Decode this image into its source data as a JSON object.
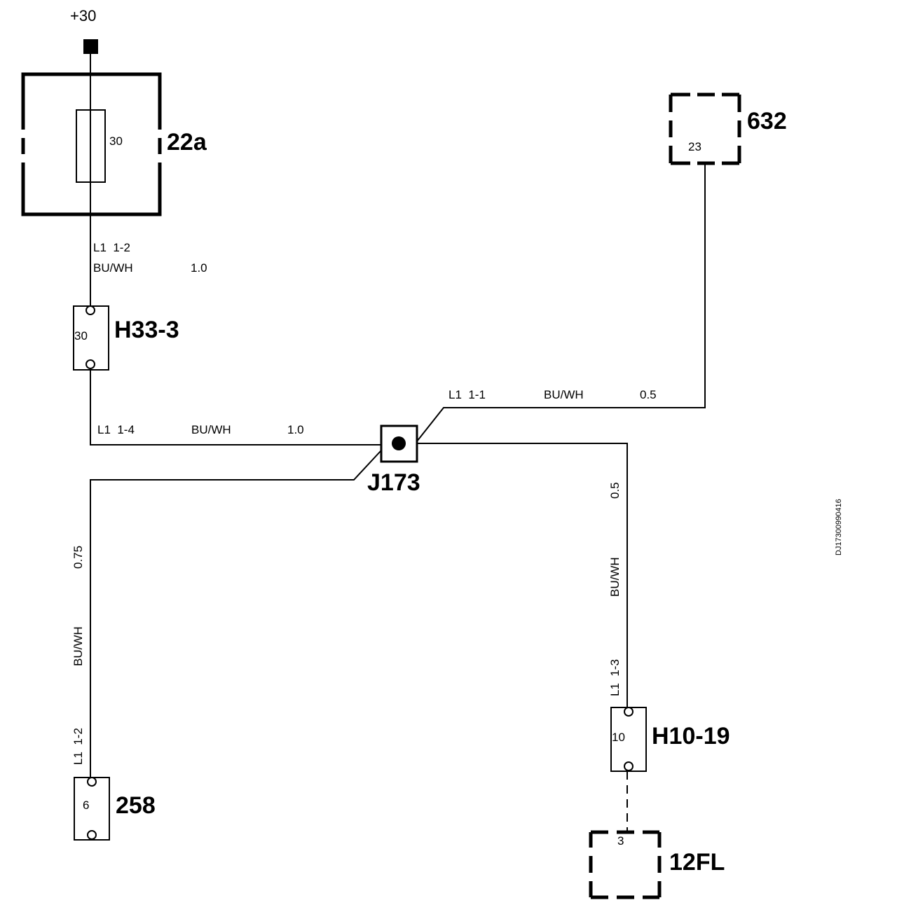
{
  "supply": {
    "label": "+30"
  },
  "fuse_box": {
    "id": "22a",
    "fuse_pin": "30"
  },
  "module_632": {
    "id": "632",
    "pin": "23"
  },
  "connector_h33": {
    "id": "H33-3",
    "pin": "30"
  },
  "splice": {
    "id": "J173"
  },
  "connector_h10": {
    "id": "H10-19",
    "pin": "10"
  },
  "connector_258": {
    "id": "258",
    "pin": "6"
  },
  "module_12fl": {
    "id": "12FL",
    "pin": "3"
  },
  "wires": {
    "fuse_to_h33": {
      "circuit": "L1  1-2",
      "color": "BU/WH",
      "size": "1.0"
    },
    "h33_to_splice": {
      "circuit": "L1  1-4",
      "color": "BU/WH",
      "size": "1.0"
    },
    "splice_to_632": {
      "circuit": "L1  1-1",
      "color": "BU/WH",
      "size": "0.5"
    },
    "splice_to_h10": {
      "circuit": "L1  1-3",
      "color": "BU/WH",
      "size": "0.5"
    },
    "splice_to_258": {
      "circuit": "L1  1-2",
      "color": "BU/WH",
      "size": "0.75"
    }
  },
  "drawing_ref": "DJ17300990416"
}
